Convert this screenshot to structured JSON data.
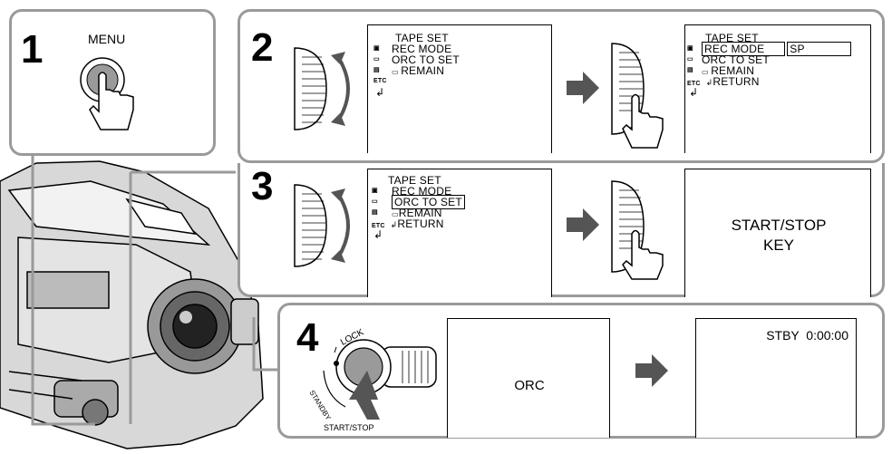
{
  "steps": {
    "s1": {
      "number": "1",
      "menu_label": "MENU"
    },
    "s2": {
      "number": "2",
      "screen_a": {
        "items": [
          "TAPE SET",
          "REC MODE",
          "ORC TO SET",
          "REMAIN",
          "ETC"
        ]
      },
      "screen_b": {
        "items": [
          "TAPE SET",
          "REC MODE",
          "ORC TO SET",
          "REMAIN",
          "RETURN"
        ],
        "value": "SP",
        "etc": "ETC"
      }
    },
    "s3": {
      "number": "3",
      "screen_a": {
        "items": [
          "TAPE SET",
          "REC MODE",
          "ORC TO SET",
          "REMAIN",
          "RETURN"
        ],
        "etc": "ETC"
      },
      "screen_b": {
        "line1": "START/STOP",
        "line2": "KEY"
      }
    },
    "s4": {
      "number": "4",
      "lock_label": "LOCK",
      "standby_label": "STANDBY",
      "button_label": "START/STOP",
      "screen_a": {
        "text": "ORC"
      },
      "screen_b": {
        "text": "STBY  0:00:00"
      }
    }
  },
  "colors": {
    "frame": "#9a9a9a",
    "arrow": "#555555"
  }
}
